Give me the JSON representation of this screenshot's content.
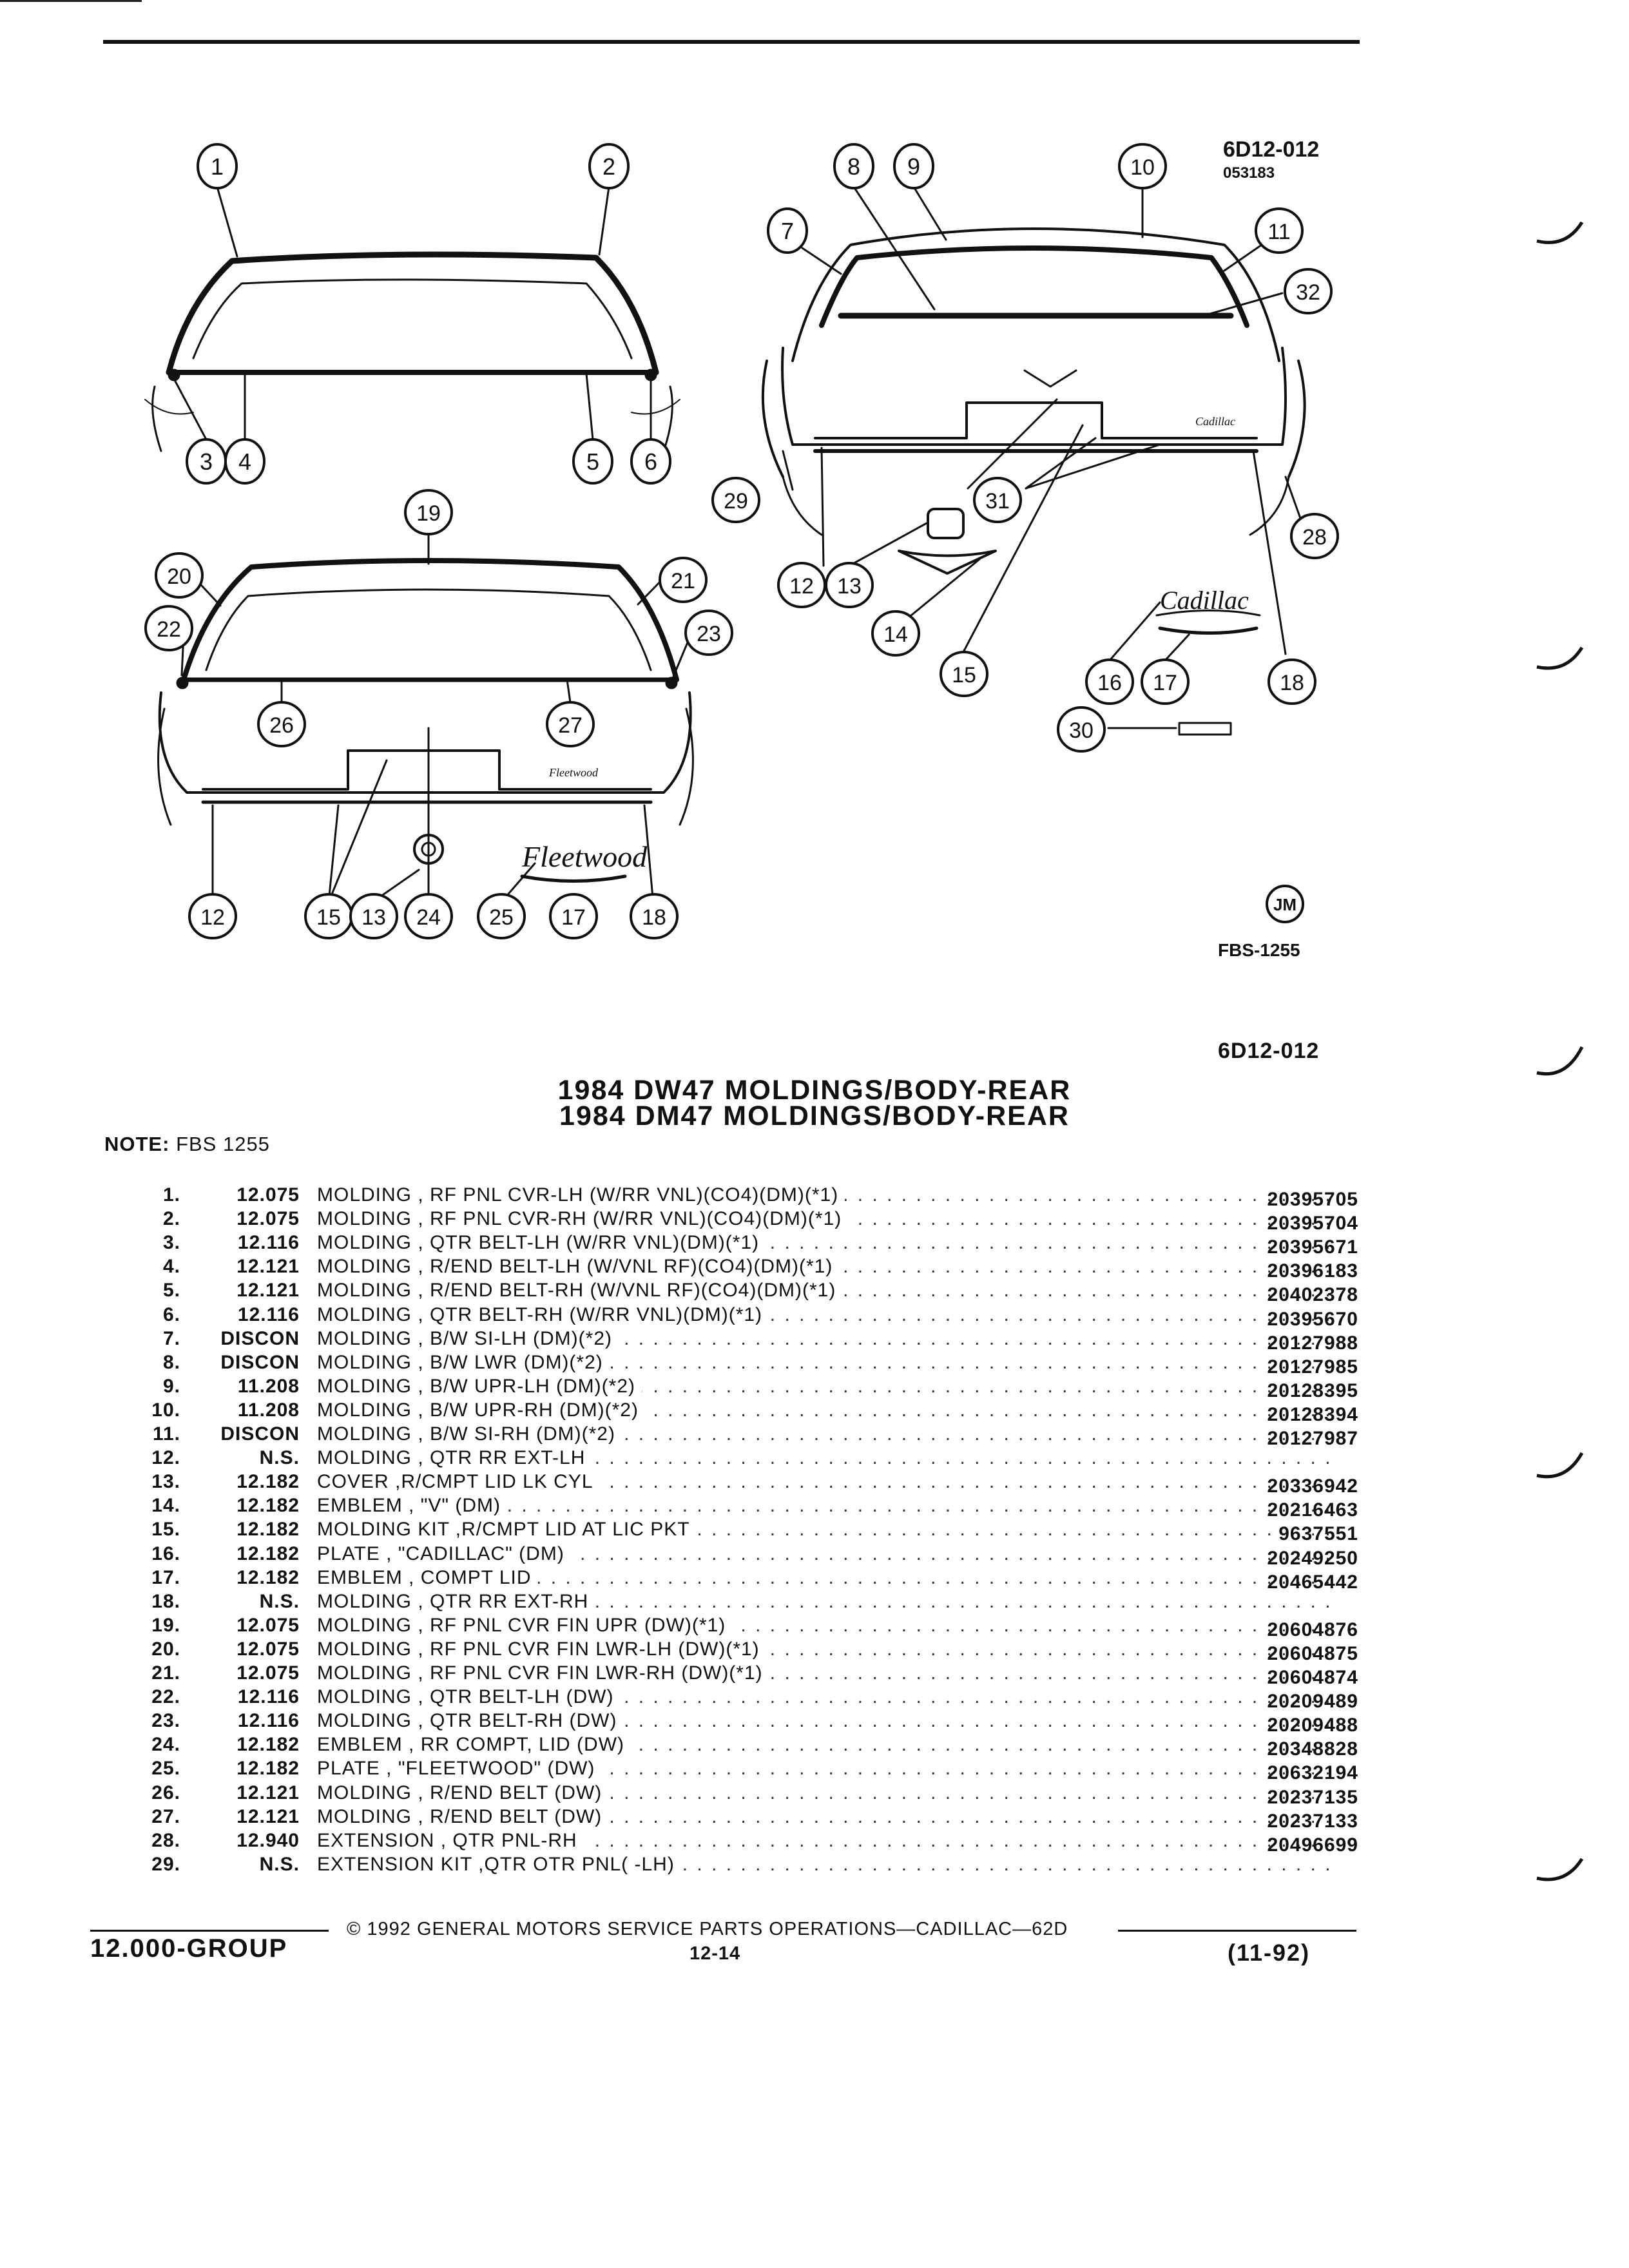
{
  "illustration": {
    "ref_code": "6D12-012",
    "ref_subcode": "053183",
    "fbs_label": "FBS-1255",
    "initials": "JM",
    "brand_script_cadillac": "Cadillac",
    "brand_script_fleetwood": "Fleetwood"
  },
  "header": {
    "ref_code": "6D12-012",
    "title_line_1": "1984 DW47 MOLDINGS/BODY-REAR",
    "title_line_2": "1984 DM47 MOLDINGS/BODY-REAR"
  },
  "note": {
    "label": "NOTE:",
    "text": "FBS 1255"
  },
  "parts": [
    {
      "num": "1.",
      "group": "12.075",
      "desc": "MOLDING , RF PNL CVR-LH (W/RR VNL)(CO4)(DM)(*1)",
      "part": "20395705"
    },
    {
      "num": "2.",
      "group": "12.075",
      "desc": "MOLDING , RF PNL CVR-RH (W/RR VNL)(CO4)(DM)(*1)",
      "part": "20395704"
    },
    {
      "num": "3.",
      "group": "12.116",
      "desc": "MOLDING , QTR BELT-LH (W/RR VNL)(DM)(*1)",
      "part": "20395671"
    },
    {
      "num": "4.",
      "group": "12.121",
      "desc": "MOLDING , R/END BELT-LH (W/VNL RF)(CO4)(DM)(*1)",
      "part": "20396183"
    },
    {
      "num": "5.",
      "group": "12.121",
      "desc": "MOLDING , R/END BELT-RH (W/VNL RF)(CO4)(DM)(*1)",
      "part": "20402378"
    },
    {
      "num": "6.",
      "group": "12.116",
      "desc": "MOLDING , QTR BELT-RH (W/RR VNL)(DM)(*1)",
      "part": "20395670"
    },
    {
      "num": "7.",
      "group": "DISCON",
      "desc": "MOLDING , B/W SI-LH (DM)(*2)",
      "part": "20127988"
    },
    {
      "num": "8.",
      "group": "DISCON",
      "desc": "MOLDING , B/W LWR (DM)(*2)",
      "part": "20127985"
    },
    {
      "num": "9.",
      "group": "11.208",
      "desc": "MOLDING , B/W UPR-LH (DM)(*2)",
      "part": "20128395"
    },
    {
      "num": "10.",
      "group": "11.208",
      "desc": "MOLDING , B/W UPR-RH (DM)(*2)",
      "part": "20128394"
    },
    {
      "num": "11.",
      "group": "DISCON",
      "desc": "MOLDING , B/W SI-RH (DM)(*2)",
      "part": "20127987"
    },
    {
      "num": "12.",
      "group": "N.S.",
      "desc": "MOLDING , QTR RR EXT-LH",
      "part": ""
    },
    {
      "num": "13.",
      "group": "12.182",
      "desc": "COVER ,R/CMPT LID LK CYL",
      "part": "20336942"
    },
    {
      "num": "14.",
      "group": "12.182",
      "desc": "EMBLEM , \"V\" (DM)",
      "part": "20216463"
    },
    {
      "num": "15.",
      "group": "12.182",
      "desc": "MOLDING KIT ,R/CMPT LID AT LIC PKT",
      "part": "9637551"
    },
    {
      "num": "16.",
      "group": "12.182",
      "desc": "PLATE , \"CADILLAC\" (DM)",
      "part": "20249250"
    },
    {
      "num": "17.",
      "group": "12.182",
      "desc": "EMBLEM , COMPT LID",
      "part": "20465442"
    },
    {
      "num": "18.",
      "group": "N.S.",
      "desc": "MOLDING , QTR RR EXT-RH",
      "part": ""
    },
    {
      "num": "19.",
      "group": "12.075",
      "desc": "MOLDING , RF PNL CVR FIN UPR (DW)(*1)",
      "part": "20604876"
    },
    {
      "num": "20.",
      "group": "12.075",
      "desc": "MOLDING , RF PNL CVR FIN LWR-LH (DW)(*1)",
      "part": "20604875"
    },
    {
      "num": "21.",
      "group": "12.075",
      "desc": "MOLDING , RF PNL CVR FIN LWR-RH (DW)(*1)",
      "part": "20604874"
    },
    {
      "num": "22.",
      "group": "12.116",
      "desc": "MOLDING , QTR BELT-LH (DW)",
      "part": "20209489"
    },
    {
      "num": "23.",
      "group": "12.116",
      "desc": "MOLDING , QTR BELT-RH (DW)",
      "part": "20209488"
    },
    {
      "num": "24.",
      "group": "12.182",
      "desc": "EMBLEM , RR COMPT, LID (DW)",
      "part": "20348828"
    },
    {
      "num": "25.",
      "group": "12.182",
      "desc": "PLATE , \"FLEETWOOD\" (DW)",
      "part": "20632194"
    },
    {
      "num": "26.",
      "group": "12.121",
      "desc": "MOLDING , R/END BELT (DW)",
      "part": "20237135"
    },
    {
      "num": "27.",
      "group": "12.121",
      "desc": "MOLDING , R/END BELT (DW)",
      "part": "20237133"
    },
    {
      "num": "28.",
      "group": "12.940",
      "desc": "EXTENSION , QTR PNL-RH",
      "part": "20496699"
    },
    {
      "num": "29.",
      "group": "N.S.",
      "desc": "EXTENSION KIT ,QTR OTR PNL( -LH)",
      "part": ""
    }
  ],
  "footer": {
    "group": "12.000-GROUP",
    "copyright": "© 1992 GENERAL MOTORS SERVICE PARTS OPERATIONS—CADILLAC—62D",
    "page": "12-14",
    "date": "(11-92)"
  }
}
